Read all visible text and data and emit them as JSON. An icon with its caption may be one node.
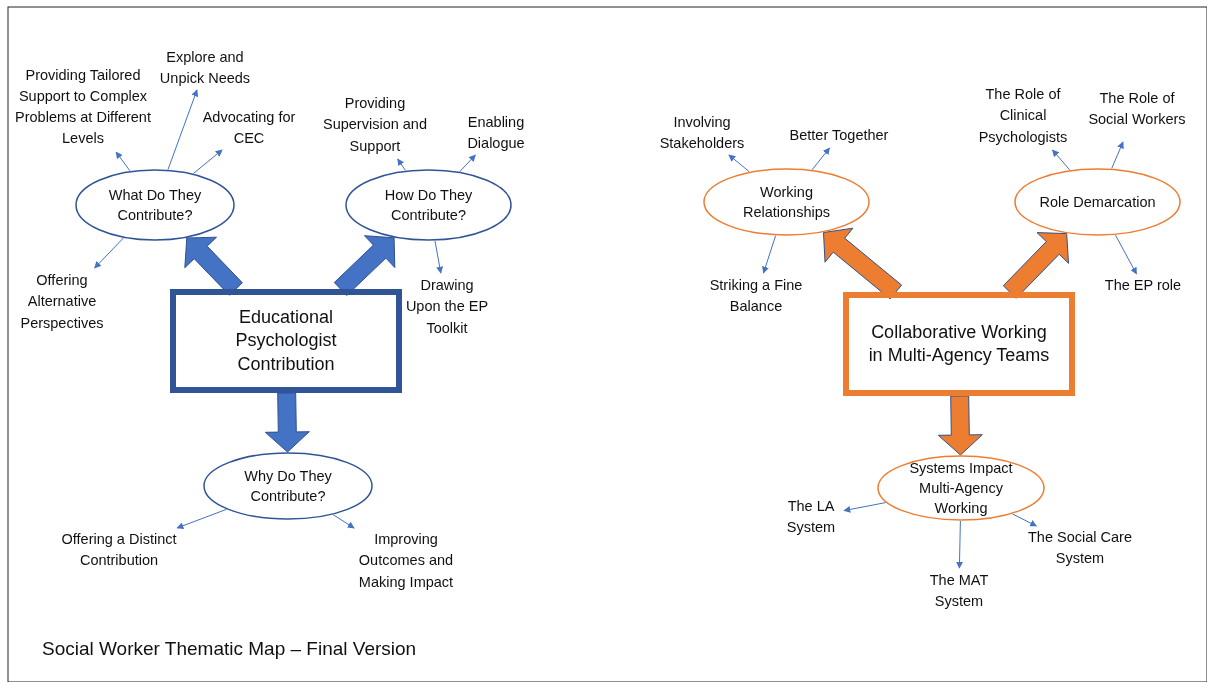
{
  "diagram": {
    "caption": "Social Worker Thematic Map – Final Version",
    "nodes": [
      {
        "text": [
          "Educational Psychologist Contribution"
        ]
      },
      {
        "text": [
          "What Do They Contribute?"
        ]
      },
      {
        "text": [
          "How Do They Contribute?"
        ]
      },
      {
        "text": [
          "Why Do They Contribute?"
        ]
      },
      {
        "text": [
          "Providing Tailored Support to Complex Problems at Different Levels"
        ]
      },
      {
        "text": [
          "Explore and Unpick Needs"
        ]
      },
      {
        "text": [
          "Advocating for CEC"
        ]
      },
      {
        "text": [
          "Offering Alternative Perspectives"
        ]
      },
      {
        "text": [
          "Providing Supervision and Support"
        ]
      },
      {
        "text": [
          "Enabling Dialogue"
        ]
      },
      {
        "text": [
          "Drawing Upon the EP Toolkit"
        ]
      },
      {
        "text": [
          "Offering a Distinct Contribution"
        ]
      },
      {
        "text": [
          "Improving Outcomes and Making Impact"
        ]
      },
      {
        "text": [
          "Collaborative Working in Multi-Agency Teams"
        ]
      },
      {
        "text": [
          "Working Relationships"
        ]
      },
      {
        "text": [
          "Role Demarcation"
        ]
      },
      {
        "text": [
          "Systems Impact Multi-Agency Working"
        ]
      },
      {
        "text": [
          "Involving Stakeholders"
        ]
      },
      {
        "text": [
          "Better Together"
        ]
      },
      {
        "text": [
          "Striking a Fine Balance"
        ]
      },
      {
        "text": [
          "The Role of Clinical Psychologists"
        ]
      },
      {
        "text": [
          "The Role of Social Workers"
        ]
      },
      {
        "text": [
          "The EP role"
        ]
      },
      {
        "text": [
          "The LA System"
        ]
      },
      {
        "text": [
          "The Social Care System"
        ]
      },
      {
        "text": [
          "The MAT System"
        ]
      }
    ],
    "edges": [
      {
        "from": 0,
        "to": 1,
        "arrow": "to",
        "style": "thick"
      },
      {
        "from": 0,
        "to": 2,
        "arrow": "to",
        "style": "thick"
      },
      {
        "from": 0,
        "to": 3,
        "arrow": "to",
        "style": "thick"
      },
      {
        "from": 1,
        "to": 4,
        "arrow": "to"
      },
      {
        "from": 1,
        "to": 5,
        "arrow": "to"
      },
      {
        "from": 1,
        "to": 6,
        "arrow": "to"
      },
      {
        "from": 1,
        "to": 7,
        "arrow": "to"
      },
      {
        "from": 2,
        "to": 8,
        "arrow": "to"
      },
      {
        "from": 2,
        "to": 9,
        "arrow": "to"
      },
      {
        "from": 2,
        "to": 10,
        "arrow": "to"
      },
      {
        "from": 3,
        "to": 11,
        "arrow": "to"
      },
      {
        "from": 3,
        "to": 12,
        "arrow": "to"
      },
      {
        "from": 13,
        "to": 14,
        "arrow": "to",
        "style": "thick",
        "color": "#ed7d31"
      },
      {
        "from": 13,
        "to": 15,
        "arrow": "to",
        "style": "thick",
        "color": "#ed7d31"
      },
      {
        "from": 13,
        "to": 16,
        "arrow": "to",
        "style": "thick",
        "color": "#ed7d31"
      },
      {
        "from": 14,
        "to": 17,
        "arrow": "to"
      },
      {
        "from": 14,
        "to": 18,
        "arrow": "to"
      },
      {
        "from": 14,
        "to": 19,
        "arrow": "to"
      },
      {
        "from": 15,
        "to": 20,
        "arrow": "to"
      },
      {
        "from": 15,
        "to": 21,
        "arrow": "to"
      },
      {
        "from": 15,
        "to": 22,
        "arrow": "to"
      },
      {
        "from": 16,
        "to": 23,
        "arrow": "to"
      },
      {
        "from": 16,
        "to": 24,
        "arrow": "to"
      },
      {
        "from": 16,
        "to": 25,
        "arrow": "to"
      }
    ]
  }
}
